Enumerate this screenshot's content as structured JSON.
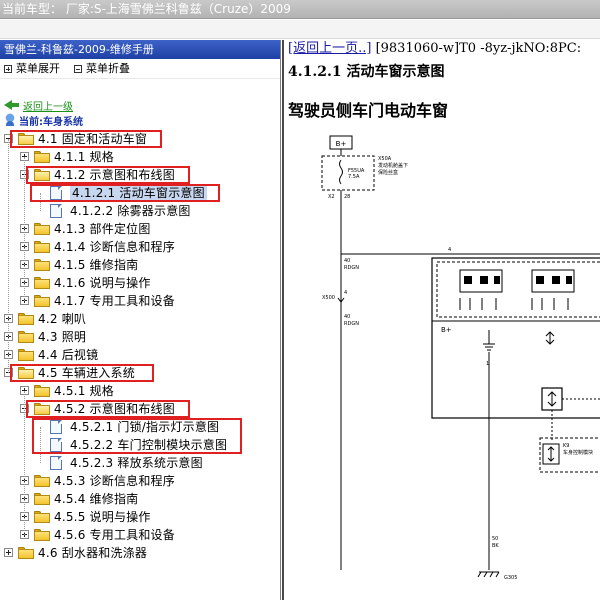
{
  "window": {
    "title": "当前车型： 厂家:S-上海雪佛兰科鲁兹（Cruze）2009"
  },
  "left": {
    "header": "雪佛兰-科鲁兹-2009-维修手册",
    "expand_all": "菜单展开",
    "collapse_all": "菜单折叠",
    "back": "返回上一级",
    "current": "当前:车身系统"
  },
  "tree": [
    {
      "label": "4.1 固定和活动车窗",
      "type": "folder-open",
      "toggle": "minus"
    },
    {
      "label": "4.1.1 规格",
      "type": "folder",
      "toggle": "plus"
    },
    {
      "label": "4.1.2 示意图和布线图",
      "type": "folder-open",
      "toggle": "minus"
    },
    {
      "label": "4.1.2.1 活动车窗示意图",
      "type": "doc",
      "toggle": ""
    },
    {
      "label": "4.1.2.2 除雾器示意图",
      "type": "doc",
      "toggle": ""
    },
    {
      "label": "4.1.3 部件定位图",
      "type": "folder",
      "toggle": "plus"
    },
    {
      "label": "4.1.4 诊断信息和程序",
      "type": "folder",
      "toggle": "plus"
    },
    {
      "label": "4.1.5 维修指南",
      "type": "folder",
      "toggle": "plus"
    },
    {
      "label": "4.1.6 说明与操作",
      "type": "folder",
      "toggle": "plus"
    },
    {
      "label": "4.1.7 专用工具和设备",
      "type": "folder",
      "toggle": "plus"
    },
    {
      "label": "4.2 喇叭",
      "type": "folder",
      "toggle": "plus"
    },
    {
      "label": "4.3 照明",
      "type": "folder",
      "toggle": "plus"
    },
    {
      "label": "4.4 后视镜",
      "type": "folder",
      "toggle": "plus"
    },
    {
      "label": "4.5 车辆进入系统",
      "type": "folder-open",
      "toggle": "minus"
    },
    {
      "label": "4.5.1 规格",
      "type": "folder",
      "toggle": "plus"
    },
    {
      "label": "4.5.2 示意图和布线图",
      "type": "folder-open",
      "toggle": "minus"
    },
    {
      "label": "4.5.2.1 门锁/指示灯示意图",
      "type": "doc",
      "toggle": ""
    },
    {
      "label": "4.5.2.2 车门控制模块示意图",
      "type": "doc",
      "toggle": ""
    },
    {
      "label": "4.5.2.3 释放系统示意图",
      "type": "doc",
      "toggle": ""
    },
    {
      "label": "4.5.3 诊断信息和程序",
      "type": "folder",
      "toggle": "plus"
    },
    {
      "label": "4.5.4 维修指南",
      "type": "folder",
      "toggle": "plus"
    },
    {
      "label": "4.5.5 说明与操作",
      "type": "folder",
      "toggle": "plus"
    },
    {
      "label": "4.5.6 专用工具和设备",
      "type": "folder",
      "toggle": "plus"
    },
    {
      "label": "4.6 刮水器和洗涤器",
      "type": "folder",
      "toggle": "plus"
    }
  ],
  "doc": {
    "back_link": "[返回上一页..]",
    "code": "[9831060-w]T0 -8yz-jkNO:8PC:",
    "title": "4.1.2.1 活动车窗示意图",
    "subtitle": "驾驶员侧车门电动车窗",
    "schematic": {
      "bplus": "B+",
      "fuse_block": "X50A",
      "fuse_desc1": "发动机舱盖下",
      "fuse_desc2": "保险丝盒",
      "fuse_id": "F55UA",
      "fuse_amp": "7.5A",
      "x2": "X2",
      "pin28": "28",
      "pin40a": "40",
      "rdgn1": "RDGN",
      "x500": "X500",
      "pin40b": "40",
      "rdgn2": "RDGN",
      "pin4": "4",
      "pin4b": "4",
      "module_bplus": "B+",
      "pin1": "1",
      "k9": "K9",
      "k9_desc": "车身控制模块",
      "pin50": "50",
      "bk": "BK",
      "ground": "G305"
    }
  }
}
